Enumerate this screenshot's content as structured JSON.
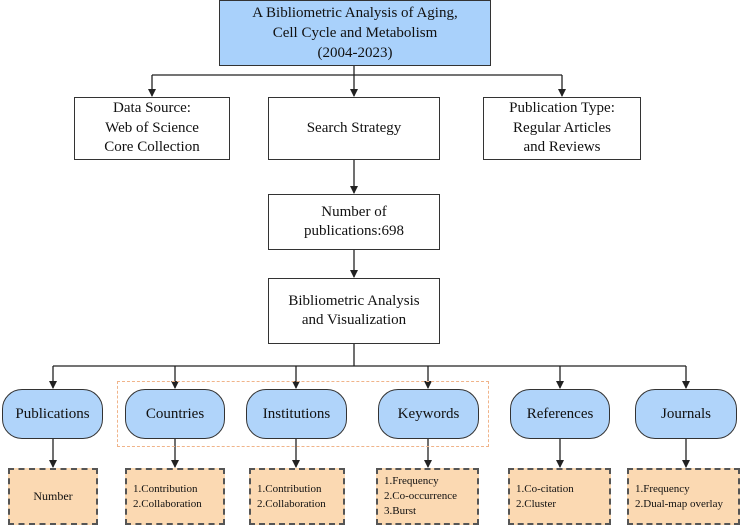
{
  "title": "A Bibliometric Analysis of Aging,\nCell Cycle and Metabolism\n(2004-2023)",
  "data_source": "Data Source:\nWeb of Science\nCore Collection",
  "search_strategy": "Search Strategy",
  "publication_type": "Publication Type:\nRegular Articles\nand Reviews",
  "number_of_publications": "Number of\npublications:698",
  "analysis": "Bibliometric Analysis\nand Visualization",
  "categories": [
    {
      "label": "Publications",
      "detail": "Number"
    },
    {
      "label": "Countries",
      "detail": "1.Contribution\n2.Collaboration"
    },
    {
      "label": "Institutions",
      "detail": "1.Contribution\n2.Collaboration"
    },
    {
      "label": "Keywords",
      "detail": "1.Frequency\n2.Co-occurrence\n3.Burst"
    },
    {
      "label": "References",
      "detail": "1.Co-citation\n2.Cluster"
    },
    {
      "label": "Journals",
      "detail": "1.Frequency\n2.Dual-map overlay"
    }
  ],
  "colors": {
    "title_fill": "#a9d1fb",
    "category_fill": "#b0d4fa",
    "detail_fill": "#fbd9b2",
    "group_frame": "#f0b48a"
  }
}
